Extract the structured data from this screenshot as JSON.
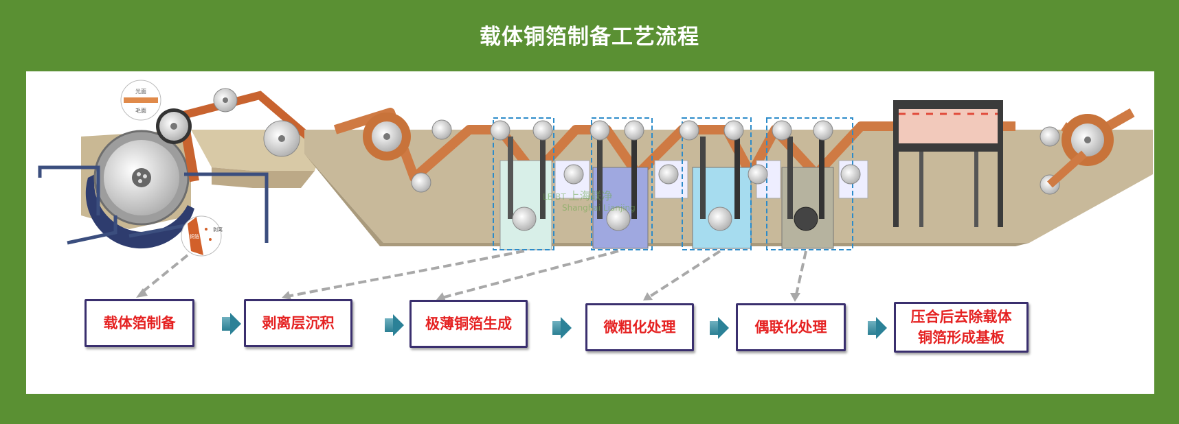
{
  "title": "载体铜箔制备工艺流程",
  "labels": {
    "glossy_side": "光面",
    "matte_side": "毛面",
    "carrier_layer": "铜箔",
    "peel_layer": "剥离"
  },
  "watermark": {
    "logo": "LE BT",
    "cn": "上海联净",
    "en": "Shanghai Lianjing"
  },
  "steps": [
    {
      "label": "载体箔制备"
    },
    {
      "label": "剥离层沉积"
    },
    {
      "label": "极薄铜箔生成"
    },
    {
      "label": "微粗化处理"
    },
    {
      "label": "偶联化处理"
    },
    {
      "label_line1": "压合后去除载体",
      "label_line2": "铜箔形成基板"
    }
  ],
  "colors": {
    "background": "#5a9033",
    "step_text": "#e52222",
    "step_border": "#3a2f6e",
    "arrow": "#2b8197",
    "copper": "#c8733a",
    "machine": "#c8b99a"
  }
}
